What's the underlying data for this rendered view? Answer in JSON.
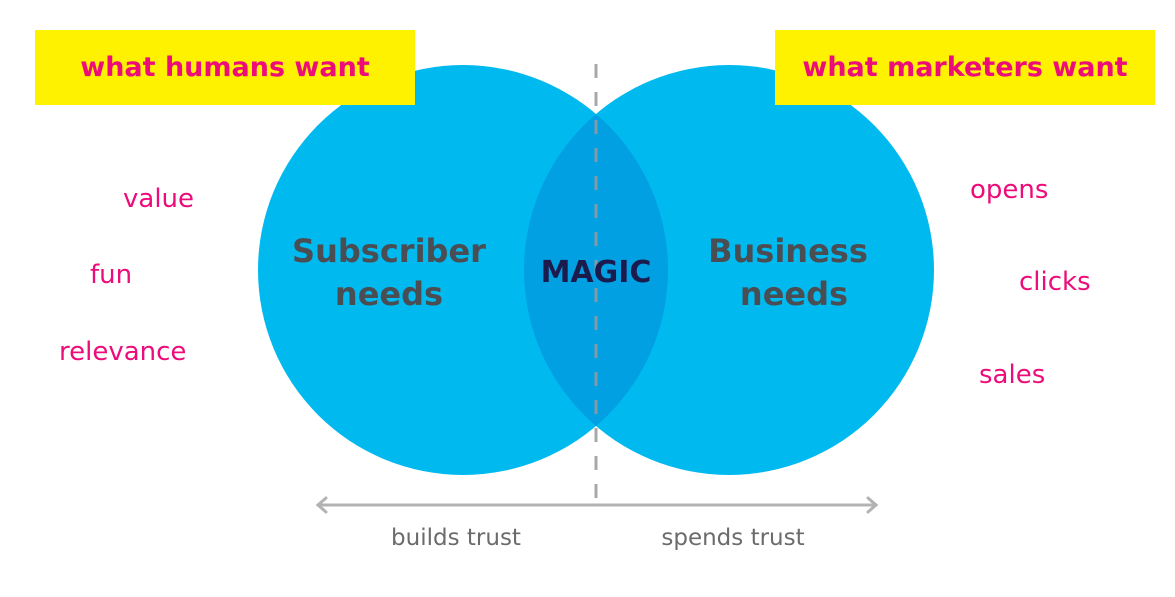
{
  "header": {
    "left_label": "what humans want",
    "right_label": "what marketers want"
  },
  "left_circle": {
    "line1": "Subscriber",
    "line2": "needs"
  },
  "right_circle": {
    "line1": "Business",
    "line2": "needs"
  },
  "overlap_label": "MAGIC",
  "left_list": [
    "value",
    "fun",
    "relevance"
  ],
  "right_list": [
    "opens",
    "clicks",
    "sales"
  ],
  "axis": {
    "left_label": "builds trust",
    "right_label": "spends trust"
  },
  "colors": {
    "circle": "#00b9ef",
    "overlap": "#00a0e3",
    "accent": "#ec0c7a",
    "highlight": "#fff200"
  }
}
